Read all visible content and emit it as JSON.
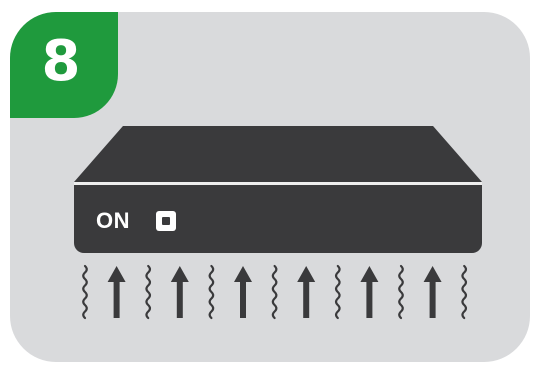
{
  "step": {
    "number": "8",
    "badge_color": "#1f9a3d"
  },
  "device": {
    "power_label": "ON",
    "body_color": "#3a3a3c"
  },
  "airflow": {
    "pattern": [
      "heat-wave",
      "arrow",
      "heat-wave",
      "arrow",
      "heat-wave",
      "arrow",
      "heat-wave",
      "arrow",
      "heat-wave",
      "arrow",
      "heat-wave",
      "arrow",
      "heat-wave"
    ],
    "arrow_direction": "up"
  },
  "colors": {
    "panel": "#d9dadc",
    "line": "#3a3a3c",
    "text_on_dark": "#ffffff"
  }
}
